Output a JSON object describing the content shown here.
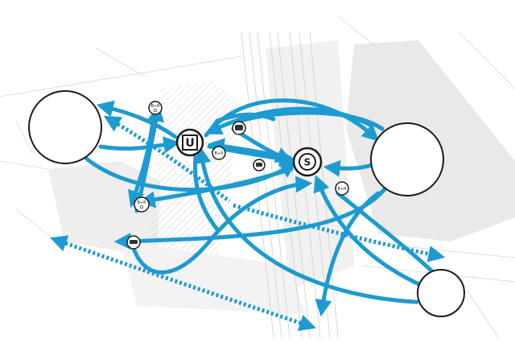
{
  "colors": {
    "flow": "#1d9bd1",
    "background": "#ffffff",
    "map_fill": "#e6e6e6",
    "map_line": "#c8c8c8",
    "node_stroke": "#1a1a1a"
  },
  "stations": {
    "u_bahn": {
      "label": "U"
    },
    "s_bahn": {
      "label": "S"
    },
    "bike_ride": {
      "label": "B+R"
    },
    "bike_ride_2": {
      "label": "B+R"
    },
    "bike_ride_3": {
      "label": "B+R"
    },
    "bike_ride_4": {
      "label": "B+R"
    }
  },
  "icons": {
    "destination_west": "destination-circle",
    "destination_east": "destination-circle",
    "destination_southeast": "destination-circle",
    "taxi": "taxi-icon",
    "bus": "bus-icon",
    "car_parking": "car-icon",
    "parking": "parking-icon"
  }
}
